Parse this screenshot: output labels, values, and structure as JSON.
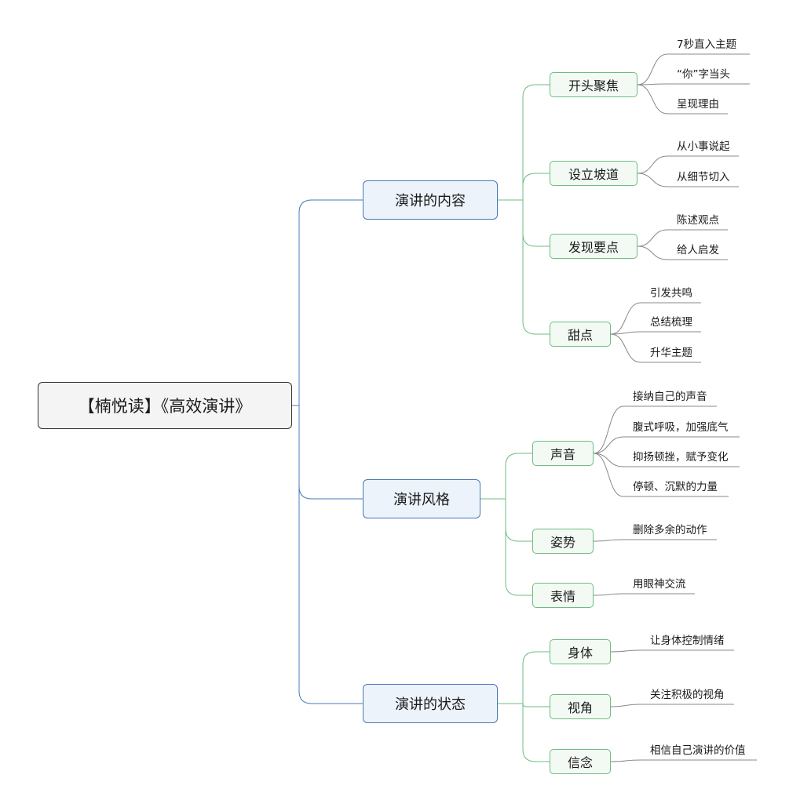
{
  "mindmap": {
    "root": "【楠悦读】《高效演讲》",
    "branches": [
      {
        "label": "演讲的内容",
        "children": [
          {
            "label": "开头聚焦",
            "leaves": [
              "7秒直入主题",
              "“你”字当头",
              "呈现理由"
            ]
          },
          {
            "label": "设立坡道",
            "leaves": [
              "从小事说起",
              "从细节切入"
            ]
          },
          {
            "label": "发现要点",
            "leaves": [
              "陈述观点",
              "给人启发"
            ]
          },
          {
            "label": "甜点",
            "leaves": [
              "引发共鸣",
              "总结梳理",
              "升华主题"
            ]
          }
        ]
      },
      {
        "label": "演讲风格",
        "children": [
          {
            "label": "声音",
            "leaves": [
              "接纳自己的声音",
              "腹式呼吸，加强底气",
              "抑扬顿挫，赋予变化",
              "停顿、沉默的力量"
            ]
          },
          {
            "label": "姿势",
            "leaves": [
              "删除多余的动作"
            ]
          },
          {
            "label": "表情",
            "leaves": [
              "用眼神交流"
            ]
          }
        ]
      },
      {
        "label": "演讲的状态",
        "children": [
          {
            "label": "身体",
            "leaves": [
              "让身体控制情绪"
            ]
          },
          {
            "label": "视角",
            "leaves": [
              "关注积极的视角"
            ]
          },
          {
            "label": "信念",
            "leaves": [
              "相信自己演讲的价值"
            ]
          }
        ]
      }
    ],
    "colors": {
      "root_border": "#333333",
      "level1_line": "#4a78b8",
      "level1_fill": "#edf3fb",
      "level2_line": "#6cbd80",
      "level2_fill": "#f3faf4",
      "leaf_line": "#888888"
    }
  }
}
